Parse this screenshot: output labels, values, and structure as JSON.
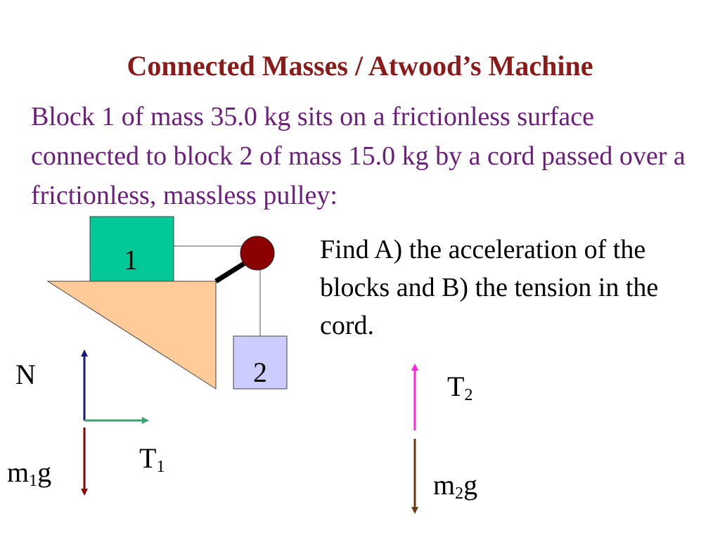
{
  "title": "Connected Masses / Atwood’s Machine",
  "problem_text": "Block 1 of mass 35.0 kg sits on a frictionless surface connected to block 2 of mass 15.0 kg by a cord passed over a frictionless, massless pulley:",
  "task_text": "Find A) the acceleration of the blocks and B) the tension in the cord.",
  "block1": {
    "label": "1"
  },
  "block2": {
    "label": "2"
  },
  "fbd1": {
    "normal": {
      "main": "N"
    },
    "tension": {
      "main": "T",
      "sub": "1"
    },
    "weight": {
      "main": "m",
      "sub": "1",
      "tail": "g"
    }
  },
  "fbd2": {
    "tension": {
      "main": "T",
      "sub": "2"
    },
    "weight": {
      "main": "m",
      "sub": "2",
      "tail": "g"
    }
  },
  "colors": {
    "title": "#8b1a1a",
    "problem_text": "#6b1e7a",
    "block1_fill": "#00c896",
    "block2_fill": "#ccccff",
    "table_fill": "#ffcc99",
    "pulley_fill": "#8b0000",
    "normal_arrow": "#1a1a7a",
    "tension1_arrow": "#3aa070",
    "weight1_arrow": "#8b0000",
    "tension2_arrow": "#ff22dd",
    "weight2_arrow": "#6b3a10"
  }
}
